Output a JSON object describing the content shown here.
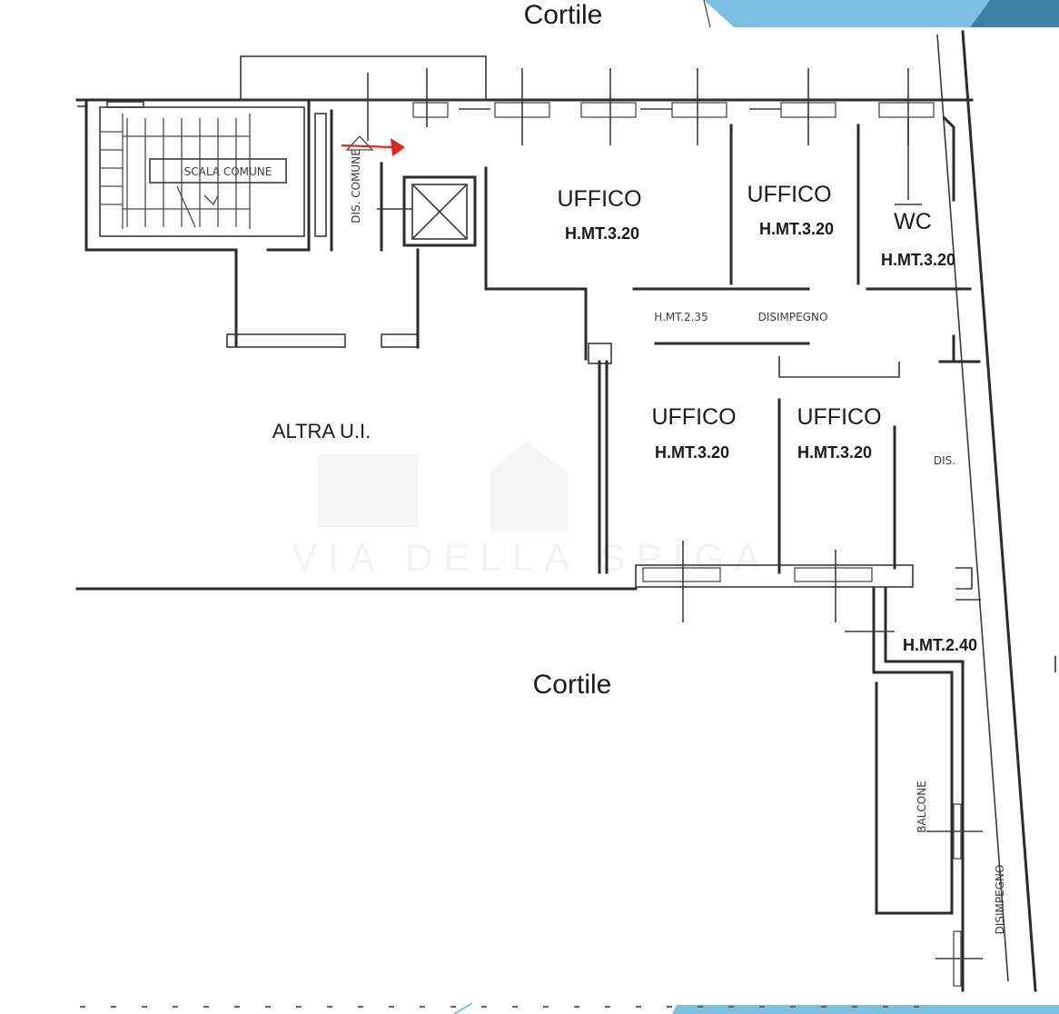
{
  "header": {
    "courtyard_top": "Cortile"
  },
  "courtyard_bottom": "Cortile",
  "watermark": "VIA DELLA SPIGA",
  "colors": {
    "accent_blue": "#7cc0e4",
    "accent_dark": "#3e7fa4",
    "arrow": "#e0261b"
  },
  "rooms": {
    "scala": "SCALA COMUNE",
    "dis_comune": "DIS. COMUNE",
    "ufficio1": {
      "name": "UFFICO",
      "height": "H.MT.3.20"
    },
    "ufficio2": {
      "name": "UFFICO",
      "height": "H.MT.3.20"
    },
    "wc": {
      "name": "WC",
      "height": "H.MT.3.20"
    },
    "disimpegno": {
      "name": "DISIMPEGNO",
      "height": "H.MT.2.35"
    },
    "ufficio3": {
      "name": "UFFICO",
      "height": "H.MT.3.20"
    },
    "ufficio4": {
      "name": "UFFICO",
      "height": "H.MT.3.20"
    },
    "dis": "DIS.",
    "altra": "ALTRA U.I.",
    "balcone": {
      "name": "BALCONE",
      "height": "H.MT.2.40"
    },
    "disimpegno_v": "DISIMPEGNO"
  }
}
